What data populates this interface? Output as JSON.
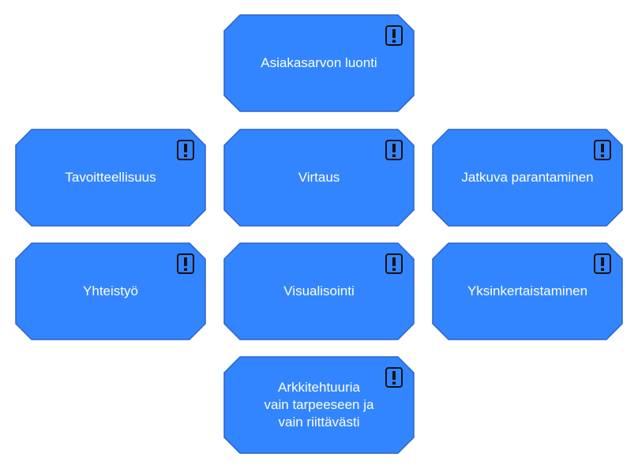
{
  "colors": {
    "node_fill": "#3385ff",
    "node_stroke": "#2a64c4",
    "label_text": "#ffffff",
    "flag_stroke": "#111111"
  },
  "icons": {
    "flag": "exclamation-box-icon"
  },
  "nodes": [
    {
      "id": "top",
      "label": "Asiakasarvon luonti"
    },
    {
      "id": "r2-1",
      "label": "Tavoitteellisuus"
    },
    {
      "id": "r2-2",
      "label": "Virtaus"
    },
    {
      "id": "r2-3",
      "label": "Jatkuva parantaminen"
    },
    {
      "id": "r3-1",
      "label": "Yhteistyö"
    },
    {
      "id": "r3-2",
      "label": "Visualisointi"
    },
    {
      "id": "r3-3",
      "label": "Yksinkertaistaminen"
    },
    {
      "id": "bottom",
      "label": "Arkkitehtuuria\nvain tarpeeseen ja\nvain riittävästi"
    }
  ]
}
